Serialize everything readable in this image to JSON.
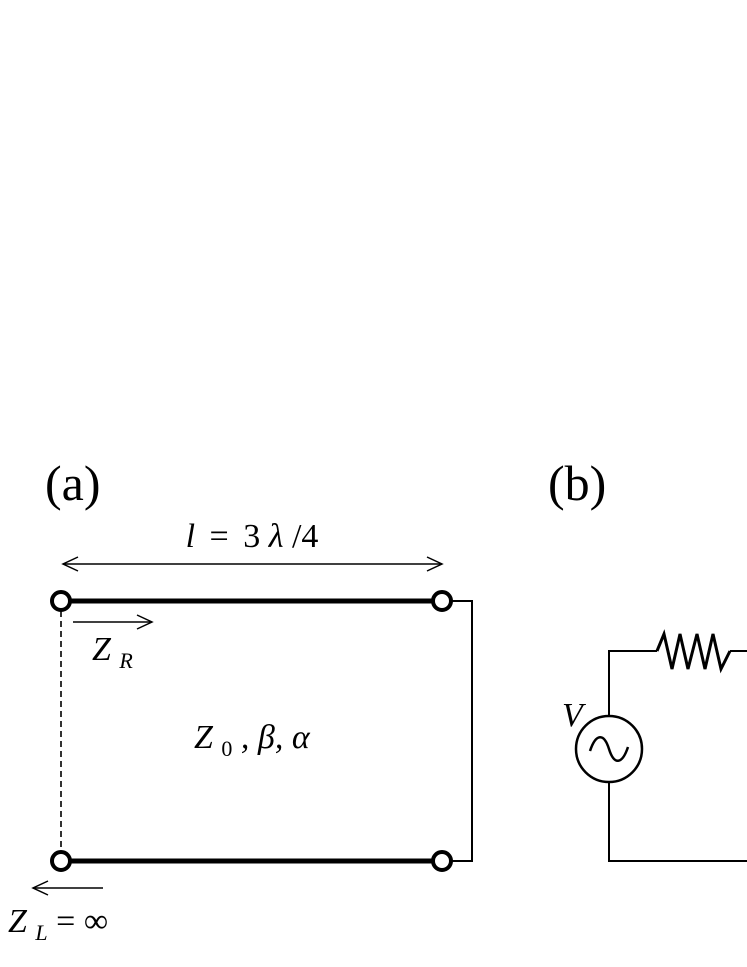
{
  "panels": {
    "a": {
      "label": "(a)",
      "length_label": {
        "var": "l",
        "op": "=",
        "value": "3",
        "lambda": "λ",
        "tail": "/4"
      },
      "zr_label": {
        "main": "Z",
        "sub": "R"
      },
      "line_params": {
        "z": "Z",
        "z_sub": "0",
        "rest": ", β, α"
      },
      "zl_label": {
        "main": "Z",
        "sub": "L",
        "rest": " = ∞"
      }
    },
    "b": {
      "label": "(b)",
      "source_label": "V"
    }
  },
  "icons": {
    "source": "ac-voltage-source-icon",
    "resistor": "resistor-icon"
  },
  "colors": {
    "ink": "#000000",
    "background": "#ffffff"
  }
}
